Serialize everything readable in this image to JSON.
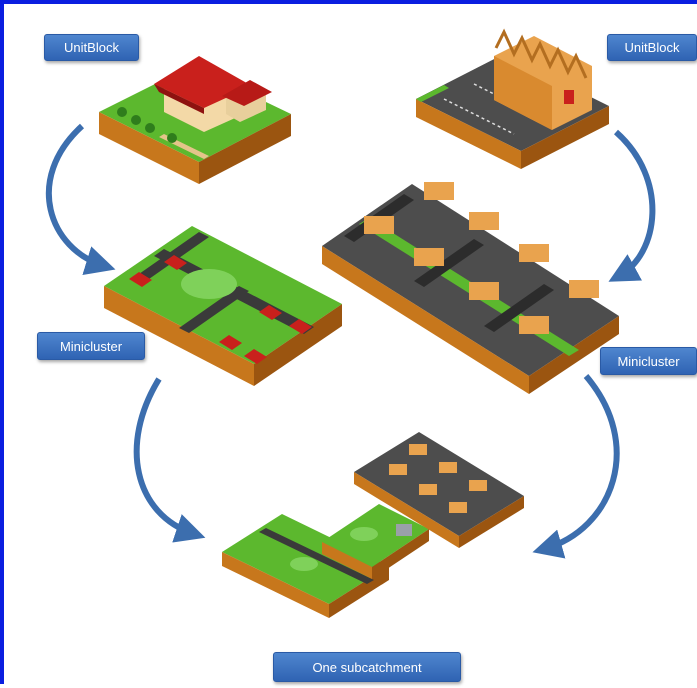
{
  "labels": {
    "unitblock_left": "UnitBlock",
    "unitblock_right": "UnitBlock",
    "minicluster_left": "Minicluster",
    "minicluster_right": "Minicluster",
    "subcatchment": "One subcatchment"
  },
  "colors": {
    "frame_border": "#0a1ee0",
    "label_fill": "#3b72c4",
    "arrow": "#3c6eae",
    "grass": "#5cb82e",
    "soil": "#c7771c",
    "road": "#3a3a3a",
    "house_roof": "#c9201c",
    "warehouse": "#e9a34e"
  },
  "icons": [
    "curved-arrow-icon",
    "house-icon",
    "warehouse-icon",
    "tree-icon"
  ]
}
